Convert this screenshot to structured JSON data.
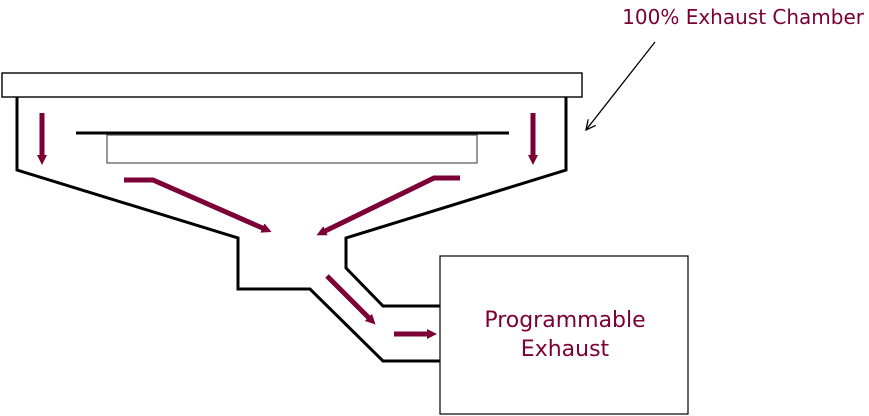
{
  "diagram": {
    "chamber_label": "100% Exhaust Chamber",
    "box_label_line1": "Programmable",
    "box_label_line2": "Exhaust"
  },
  "colors": {
    "accent": "#7a0036",
    "line": "#000000",
    "plate_outline": "#555555",
    "background": "#ffffff"
  }
}
